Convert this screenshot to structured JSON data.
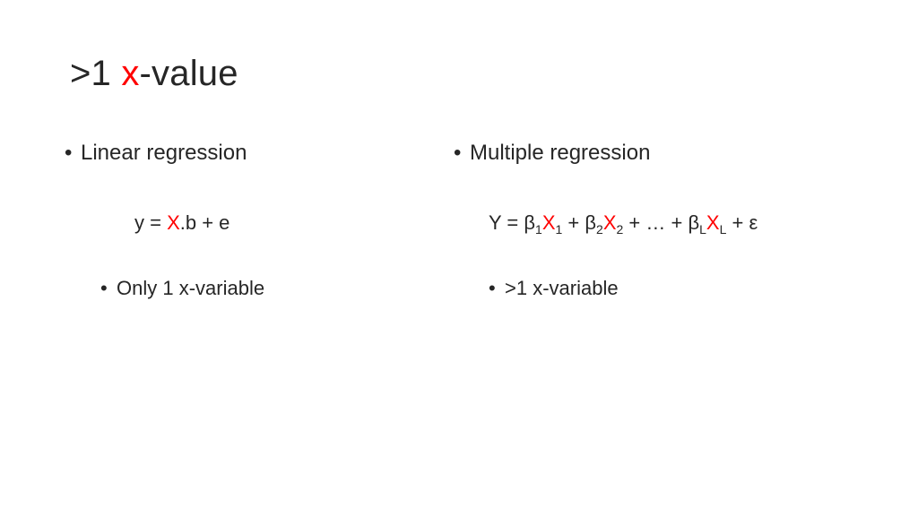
{
  "slide": {
    "title": {
      "prefix": ">1 ",
      "highlight": "x",
      "suffix": "-value"
    },
    "left": {
      "bullet": "Linear regression",
      "formula": {
        "y": "y = ",
        "X": "X",
        "rest": ".b + e"
      },
      "sub_bullet": "Only 1 x-variable"
    },
    "right": {
      "bullet": "Multiple regression",
      "formula": {
        "lhs": "Y = β",
        "s1": "1",
        "X1": "X",
        "s1b": "1",
        "mid1": " + β",
        "s2": "2",
        "X2": "X",
        "s2b": "2",
        "mid2": " + … + β",
        "sL": "L",
        "XL": "X",
        "sLb": "L",
        "end": " + ε"
      },
      "sub_bullet": ">1 x-variable"
    }
  },
  "colors": {
    "text": "#262626",
    "accent": "#ff0000",
    "background": "#ffffff"
  },
  "icons": {
    "bullet": "•"
  }
}
